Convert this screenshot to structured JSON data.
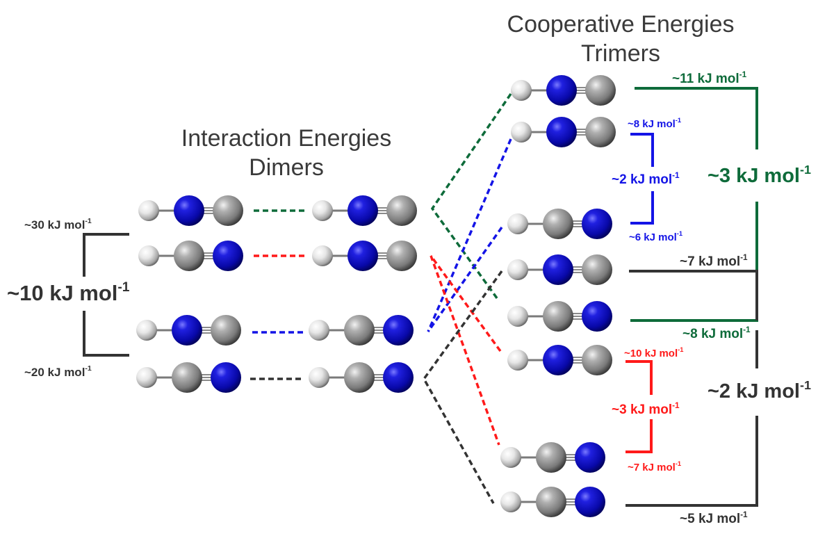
{
  "headings": {
    "dimers": [
      "Interaction Energies",
      "Dimers"
    ],
    "trimers": [
      "Cooperative Energies",
      "Trimers"
    ]
  },
  "colors": {
    "green": "#0e6b3a",
    "red": "#ff1a1a",
    "blue": "#1414e6",
    "dark": "#333333",
    "n_atom": "#1010c8",
    "c_atom": "#8c8c8c",
    "h_atom": "#e8e8e8"
  },
  "atom_legend": {
    "h": "hydrogen-atom",
    "c": "carbon-atom",
    "n": "nitrogen-atom"
  },
  "dimers": [
    {
      "id": "dimer-1",
      "color": "green",
      "left_molecule": [
        "h",
        "n",
        "c"
      ],
      "right_molecule": [
        "h",
        "n",
        "c"
      ]
    },
    {
      "id": "dimer-2",
      "color": "red",
      "left_molecule": [
        "h",
        "c",
        "n"
      ],
      "right_molecule": [
        "h",
        "n",
        "c"
      ]
    },
    {
      "id": "dimer-3",
      "color": "blue",
      "left_molecule": [
        "h",
        "n",
        "c"
      ],
      "right_molecule": [
        "h",
        "c",
        "n"
      ]
    },
    {
      "id": "dimer-4",
      "color": "dark",
      "left_molecule": [
        "h",
        "c",
        "n"
      ],
      "right_molecule": [
        "h",
        "c",
        "n"
      ]
    }
  ],
  "trimers": [
    {
      "id": "trimer-1",
      "molecule": [
        "h",
        "n",
        "c"
      ]
    },
    {
      "id": "trimer-2",
      "molecule": [
        "h",
        "n",
        "c"
      ]
    },
    {
      "id": "trimer-3",
      "molecule": [
        "h",
        "c",
        "n"
      ]
    },
    {
      "id": "trimer-4",
      "molecule": [
        "h",
        "n",
        "c"
      ]
    },
    {
      "id": "trimer-5",
      "molecule": [
        "h",
        "c",
        "n"
      ]
    },
    {
      "id": "trimer-6",
      "molecule": [
        "h",
        "n",
        "c"
      ]
    },
    {
      "id": "trimer-7",
      "molecule": [
        "h",
        "c",
        "n"
      ]
    },
    {
      "id": "trimer-8",
      "molecule": [
        "h",
        "c",
        "n"
      ]
    }
  ],
  "labels": {
    "dimer_top": {
      "value": "~30 kJ mol",
      "sup": "-1"
    },
    "dimer_bottom": {
      "value": "~20 kJ mol",
      "sup": "-1"
    },
    "dimer_diff": {
      "value": "~10 kJ mol",
      "sup": "-1"
    },
    "green_top": {
      "value": "~11 kJ mol",
      "sup": "-1"
    },
    "green_bottom": {
      "value": "~8 kJ mol",
      "sup": "-1"
    },
    "green_diff": {
      "value": "~3 kJ mol",
      "sup": "-1"
    },
    "blue_top": {
      "value": "~8 kJ mol",
      "sup": "-1"
    },
    "blue_bottom": {
      "value": "~6 kJ mol",
      "sup": "-1"
    },
    "blue_diff": {
      "value": "~2 kJ mol",
      "sup": "-1"
    },
    "dark_top": {
      "value": "~7 kJ mol",
      "sup": "-1"
    },
    "dark_bottom": {
      "value": "~5 kJ mol",
      "sup": "-1"
    },
    "dark_diff": {
      "value": "~2 kJ mol",
      "sup": "-1"
    },
    "red_top": {
      "value": "~10 kJ mol",
      "sup": "-1"
    },
    "red_bottom": {
      "value": "~7 kJ mol",
      "sup": "-1"
    },
    "red_diff": {
      "value": "~3 kJ mol",
      "sup": "-1"
    }
  }
}
